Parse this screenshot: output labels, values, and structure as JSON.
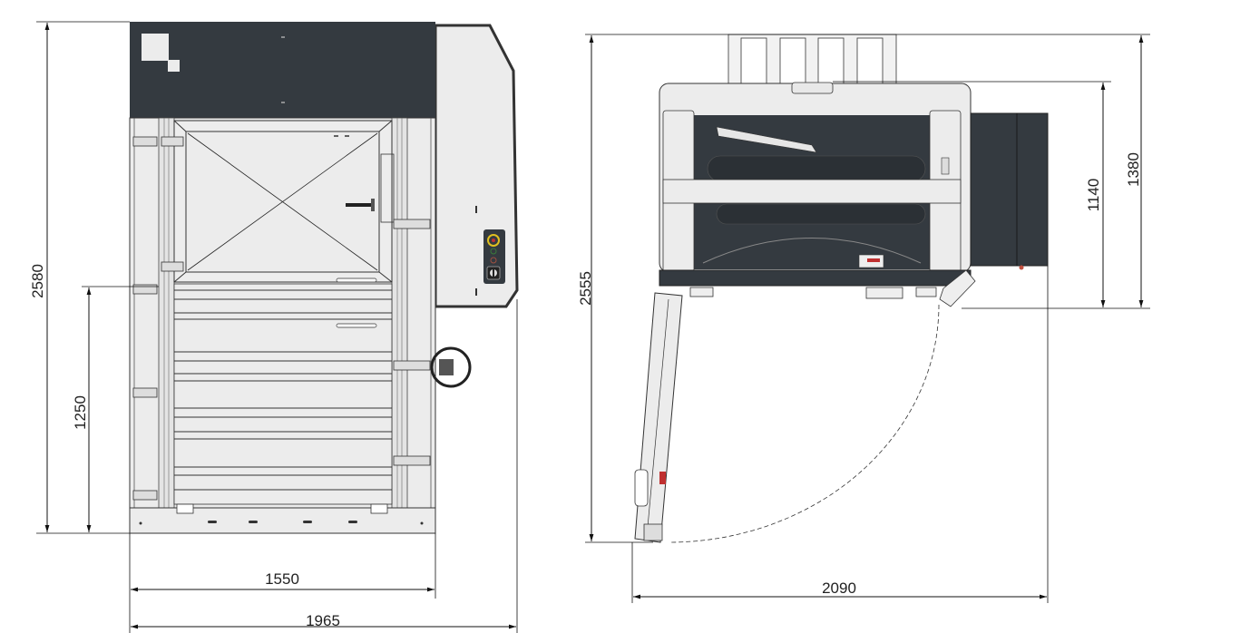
{
  "front_view": {
    "dimensions": {
      "total_height": "2580",
      "loading_height": "1250",
      "width_body": "1550",
      "width_total": "1965"
    }
  },
  "top_view": {
    "dimensions": {
      "door_swing_depth": "2555",
      "body_depth": "1140",
      "total_depth": "1380",
      "total_width": "2090"
    }
  },
  "colors": {
    "body_dark": "#343a40",
    "panel_light": "#ececec",
    "control_yellow": "#e0c020",
    "indicator_red": "#c03030"
  }
}
